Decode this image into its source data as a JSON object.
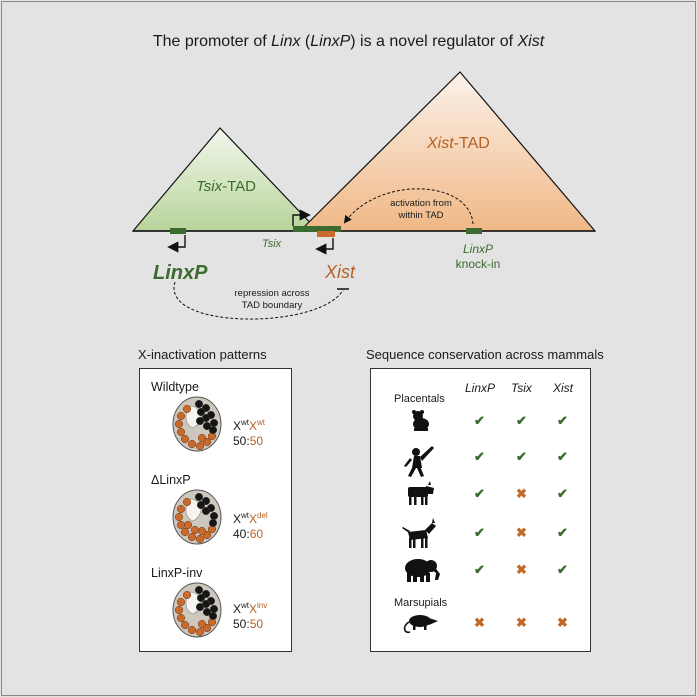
{
  "title": {
    "pre": "The promoter of ",
    "linx": "Linx",
    "mid1": " (",
    "linxp": "LinxP",
    "mid2": ") is a novel regulator of ",
    "xist": "Xist"
  },
  "tads": {
    "tsix_tad": {
      "ital": "Tsix",
      "rest": "-TAD"
    },
    "xist_tad": {
      "ital": "Xist",
      "rest": "-TAD"
    }
  },
  "labels": {
    "activation": [
      "activation from",
      "within TAD"
    ],
    "tsix": "Tsix",
    "linxp": "LinxP",
    "xist": "Xist",
    "linxp_knockin": {
      "name": "LinxP",
      "sub": "knock-in"
    },
    "repression": [
      "repression across",
      "TAD boundary"
    ]
  },
  "x_inactivation": {
    "section_title": "X-inactivation patterns",
    "rows": [
      {
        "name": "Wildtype",
        "x1_sup": "wt",
        "x2_sup": "wt",
        "ratio_a": "50",
        "ratio_b": "50"
      },
      {
        "name": "ΔLinxP",
        "x1_sup": "wt",
        "x2_sup": "del",
        "ratio_a": "40",
        "ratio_b": "60"
      },
      {
        "name": "LinxP-inv",
        "x1_sup": "wt",
        "x2_sup": "inv",
        "ratio_a": "50",
        "ratio_b": "50"
      }
    ],
    "x_char": "X"
  },
  "conservation": {
    "section_title": "Sequence conservation across mammals",
    "columns": [
      "LinxP",
      "Tsix",
      "Xist"
    ],
    "groups": [
      "Placentals",
      "Marsupials"
    ],
    "rows": [
      {
        "animal": "hamster-icon",
        "marks": [
          "check",
          "check",
          "check"
        ]
      },
      {
        "animal": "monkey-icon",
        "marks": [
          "check",
          "check",
          "check"
        ]
      },
      {
        "animal": "cow-icon",
        "marks": [
          "check",
          "cross",
          "check"
        ]
      },
      {
        "animal": "dog-icon",
        "marks": [
          "check",
          "cross",
          "check"
        ]
      },
      {
        "animal": "elephant-icon",
        "marks": [
          "check",
          "cross",
          "check"
        ]
      },
      {
        "animal": "opossum-icon",
        "marks": [
          "cross",
          "cross",
          "cross"
        ]
      }
    ],
    "symbols": {
      "check": "✔",
      "cross": "✖"
    }
  },
  "colors": {
    "green": "#3c6b2f",
    "orange": "#b86025",
    "tsix_fill": "#cfe3b8",
    "xist_fill": "#f3c9a3",
    "cell_orange": "#c9692b"
  }
}
